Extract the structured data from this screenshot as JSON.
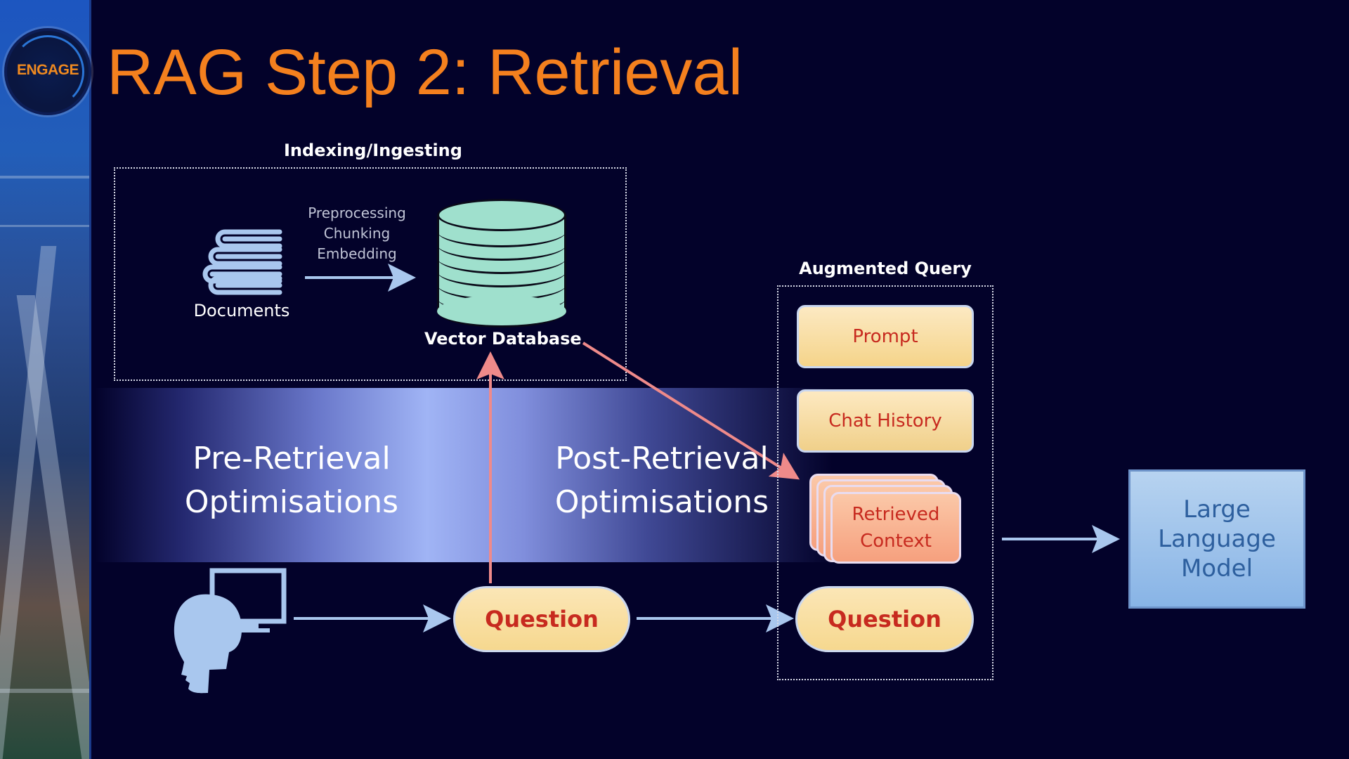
{
  "slide": {
    "title": "RAG Step 2: Retrieval",
    "logo_text": "ENGAGE"
  },
  "indexing": {
    "label": "Indexing/Ingesting",
    "steps": [
      "Preprocessing",
      "Chunking",
      "Embedding"
    ],
    "documents_label": "Documents",
    "database_label": "Vector Database"
  },
  "optimisations": {
    "pre": [
      "Pre-Retrieval",
      "Optimisations"
    ],
    "post": [
      "Post-Retrieval",
      "Optimisations"
    ]
  },
  "question_label": "Question",
  "augmented_query": {
    "label": "Augmented Query",
    "prompt": "Prompt",
    "chat_history": "Chat History",
    "retrieved_context": [
      "Retrieved",
      "Context"
    ],
    "question": "Question"
  },
  "llm": [
    "Large",
    "Language",
    "Model"
  ],
  "colors": {
    "background": "#03022a",
    "title": "#f4801e",
    "pill_fill": "#f6d88f",
    "pill_text": "#c72a1f",
    "retrieved_fill": "#f6a07e",
    "llm_fill": "#88b4e6",
    "database_fill": "#9fe0cd",
    "arrow_blue": "#a9c7ee",
    "arrow_red": "#ef8a8a"
  }
}
